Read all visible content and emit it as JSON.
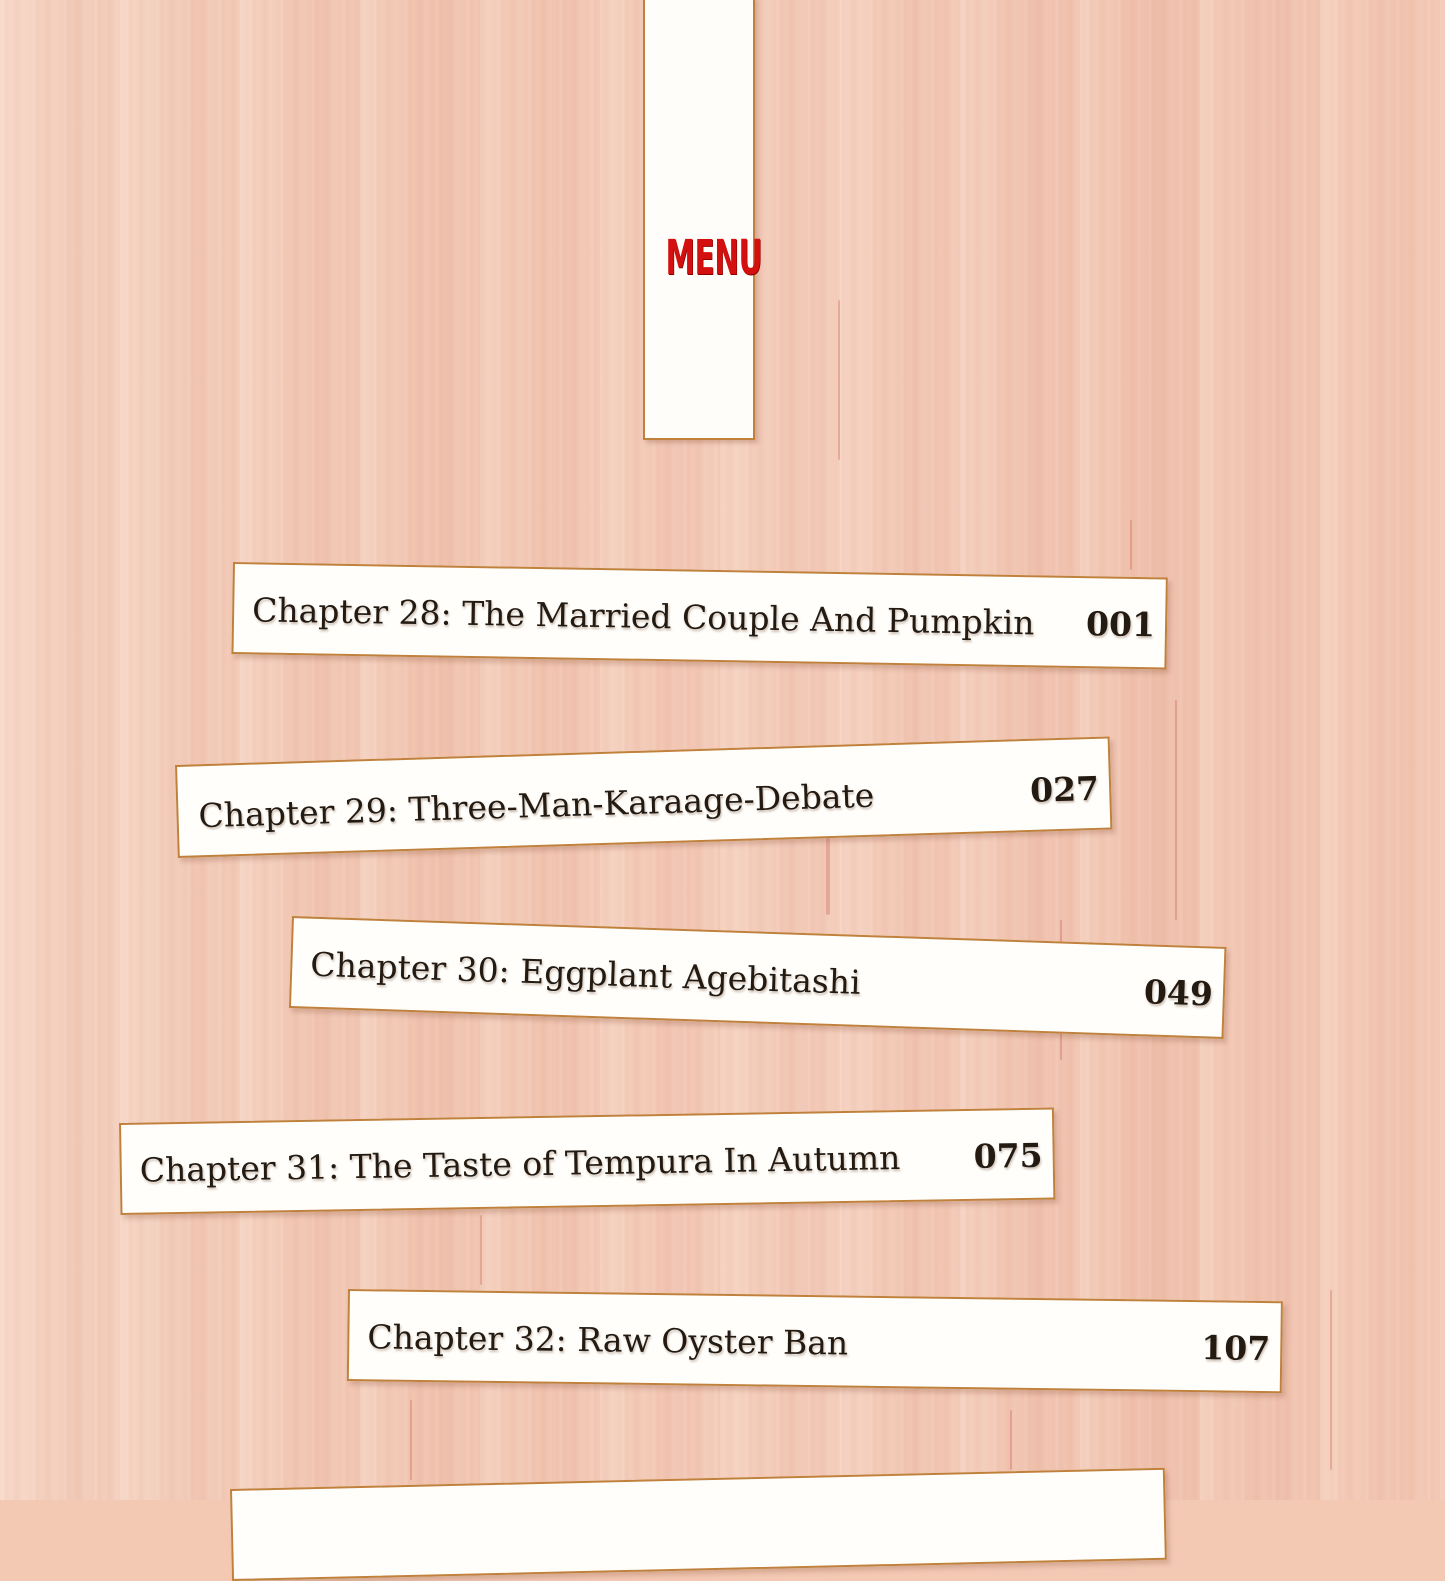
{
  "menu": {
    "title": "MENU"
  },
  "chapters": [
    {
      "title": "Chapter 28: The Married Couple And Pumpkin",
      "page": "001"
    },
    {
      "title": "Chapter 29: Three-Man-Karaage-Debate",
      "page": "027"
    },
    {
      "title": "Chapter 30: Eggplant Agebitashi",
      "page": "049"
    },
    {
      "title": "Chapter 31: The Taste of Tempura In Autumn",
      "page": "075"
    },
    {
      "title": "Chapter 32: Raw Oyster Ban",
      "page": "107"
    }
  ],
  "colors": {
    "background": "#f3c9b4",
    "banner_fill": "#fffdfa",
    "banner_border": "#c0813c",
    "menu_text": "#d40f0f",
    "chapter_text": "#231a12"
  }
}
